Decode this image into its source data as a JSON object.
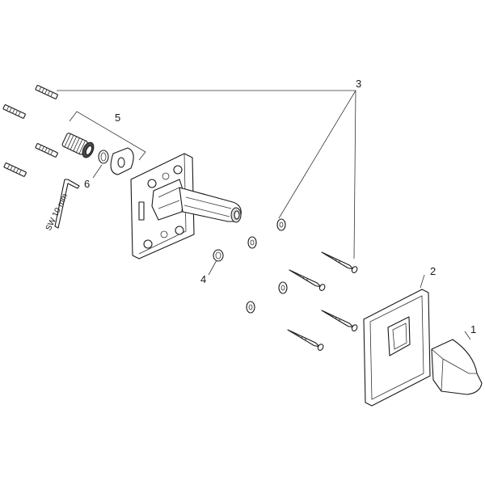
{
  "callouts": {
    "c1": "1",
    "c2": "2",
    "c3": "3",
    "c4": "4",
    "c5": "5",
    "c6": "6"
  },
  "tool_note": "SW 10 mm"
}
